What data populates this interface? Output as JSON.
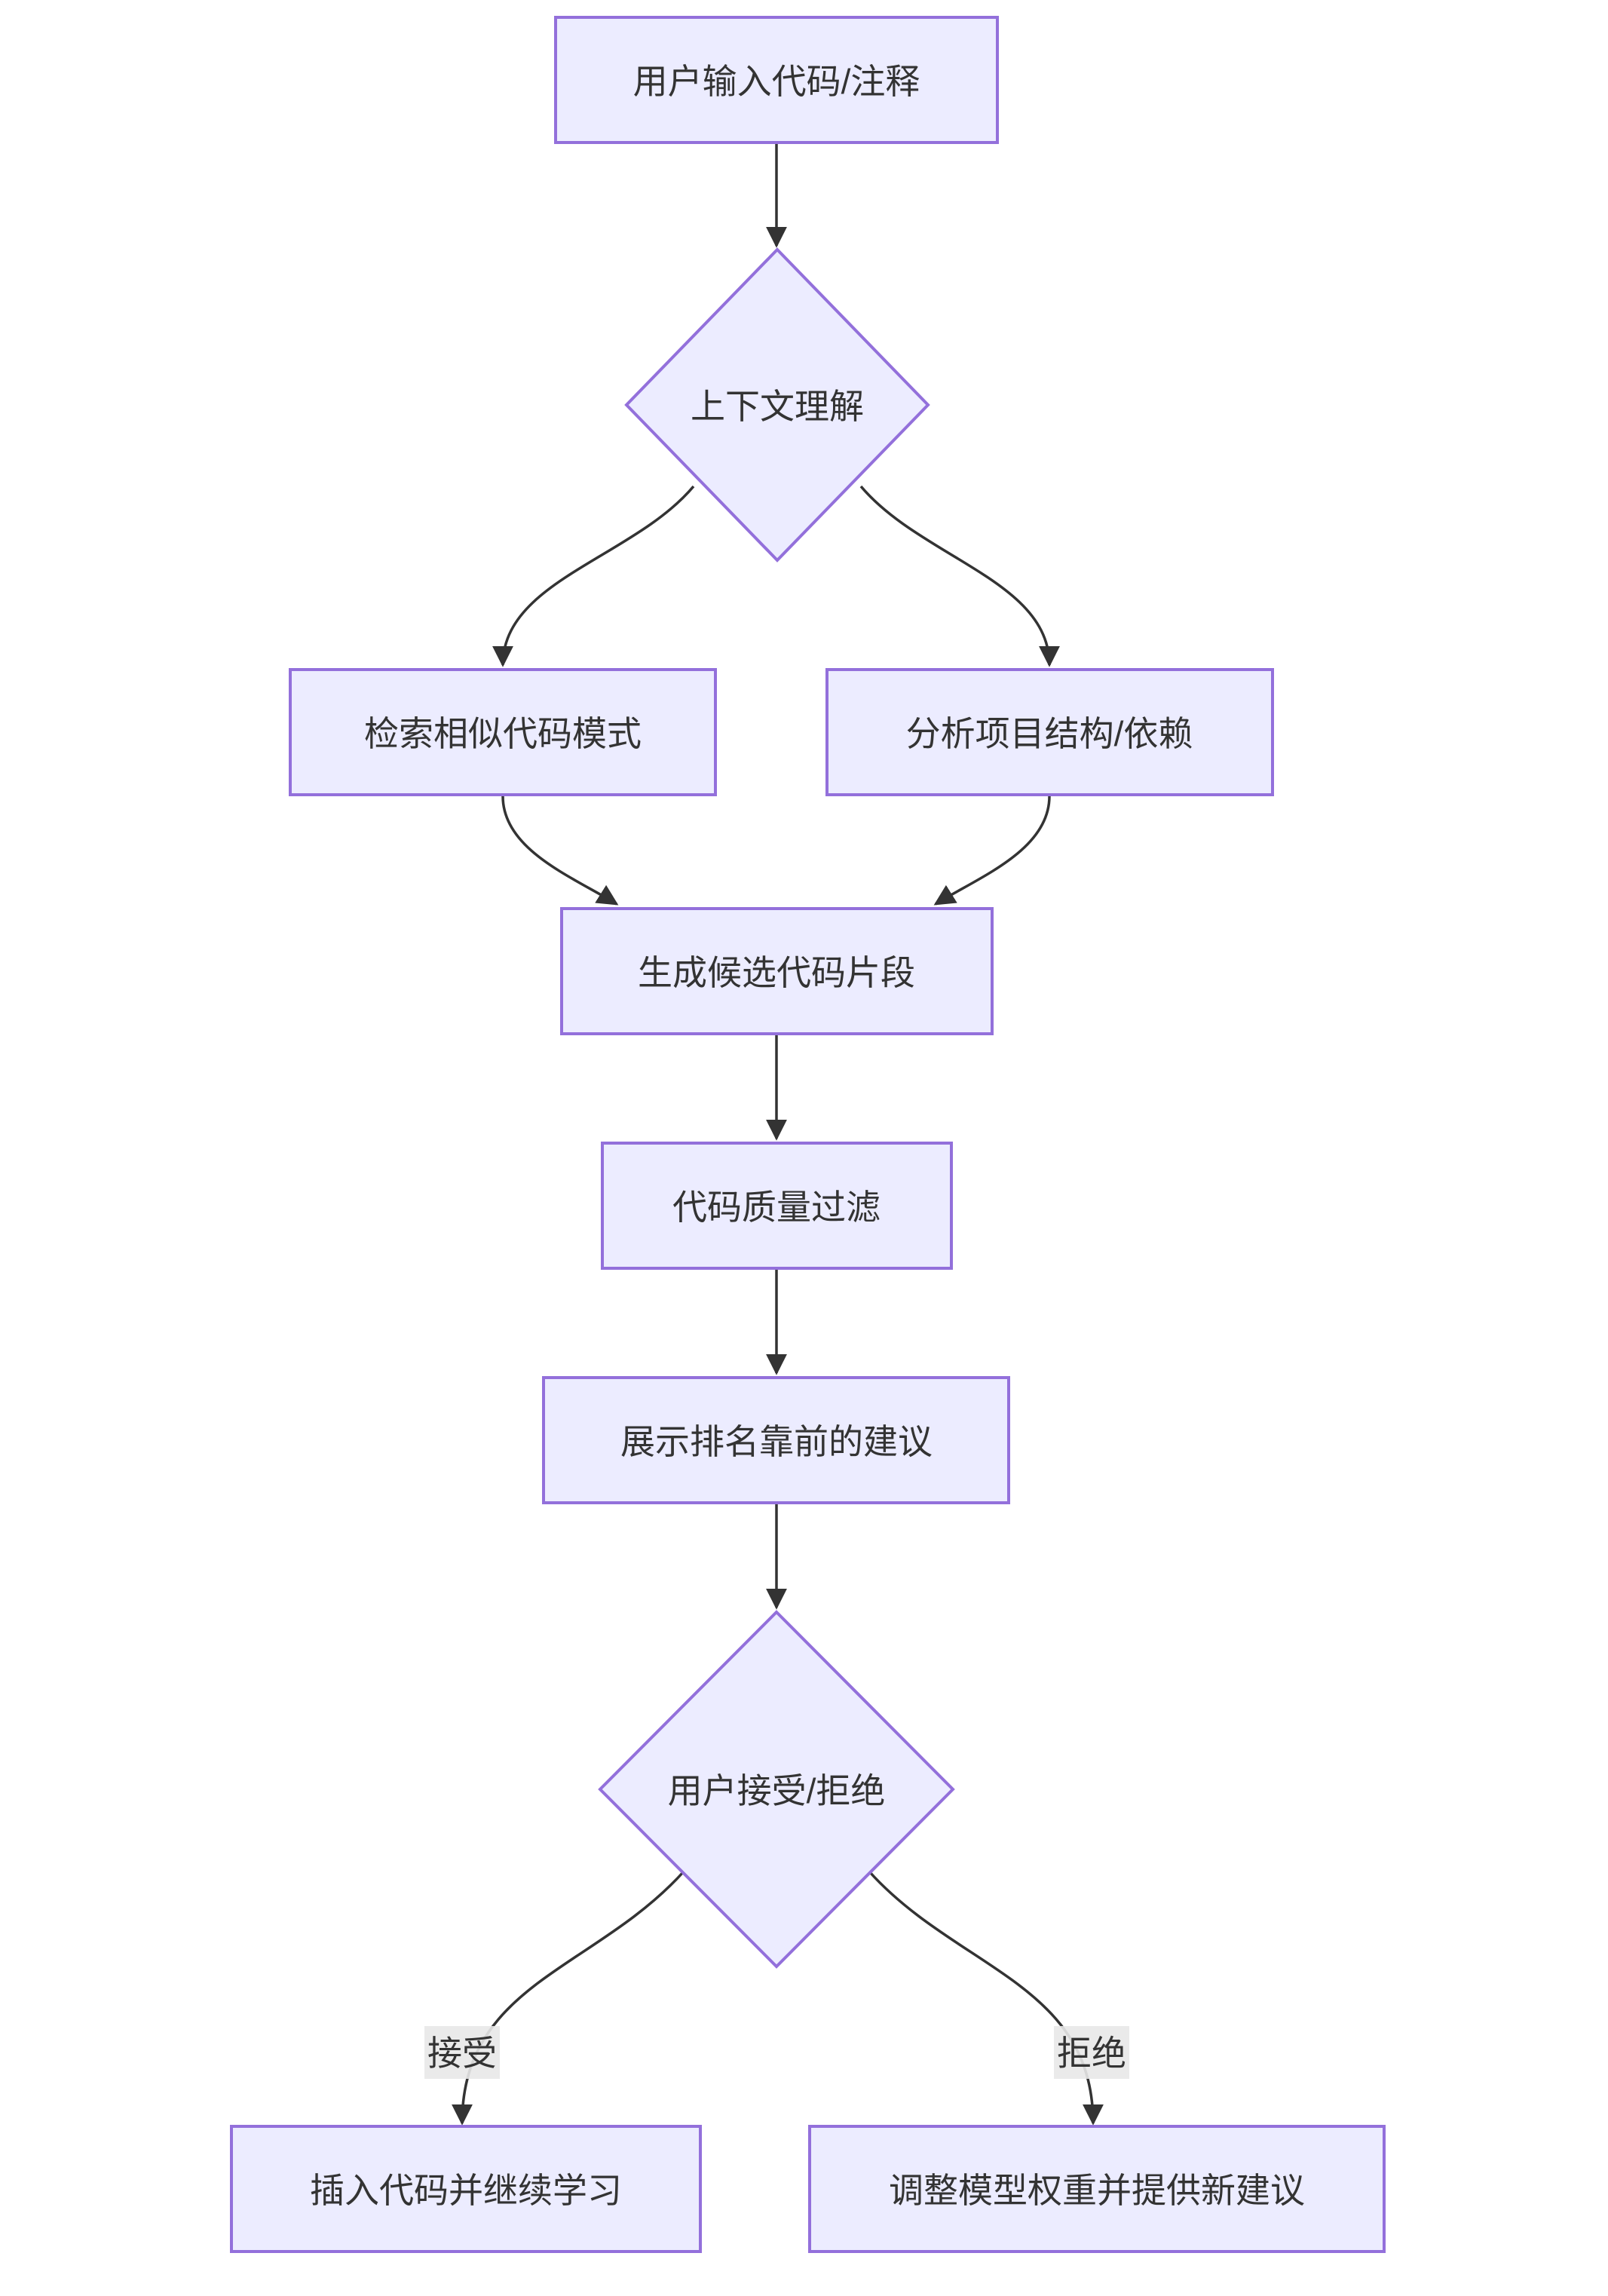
{
  "diagram": {
    "type": "flowchart-top-down",
    "colors": {
      "background": "#ffffff",
      "node_fill": "#ECECFF",
      "node_border": "#9370DB",
      "edge": "#333333",
      "text": "#333333",
      "edge_label_bg": "#e8e8e8"
    },
    "nodes": [
      {
        "id": "user-input",
        "shape": "rect",
        "label": "用户输入代码/注释"
      },
      {
        "id": "context-understanding",
        "shape": "diamond",
        "label": "上下文理解"
      },
      {
        "id": "retrieve-patterns",
        "shape": "rect",
        "label": "检索相似代码模式"
      },
      {
        "id": "analyze-structure",
        "shape": "rect",
        "label": "分析项目结构/依赖"
      },
      {
        "id": "generate-candidates",
        "shape": "rect",
        "label": "生成候选代码片段"
      },
      {
        "id": "quality-filter",
        "shape": "rect",
        "label": "代码质量过滤"
      },
      {
        "id": "show-suggestions",
        "shape": "rect",
        "label": "展示排名靠前的建议"
      },
      {
        "id": "accept-reject",
        "shape": "diamond",
        "label": "用户接受/拒绝"
      },
      {
        "id": "insert-learn",
        "shape": "rect",
        "label": "插入代码并继续学习"
      },
      {
        "id": "adjust-weights",
        "shape": "rect",
        "label": "调整模型权重并提供新建议"
      }
    ],
    "edge_labels": [
      {
        "text": "接受"
      },
      {
        "text": "拒绝"
      }
    ],
    "edges": [
      {
        "from": "user-input",
        "to": "context-understanding",
        "label": ""
      },
      {
        "from": "context-understanding",
        "to": "retrieve-patterns",
        "label": ""
      },
      {
        "from": "context-understanding",
        "to": "analyze-structure",
        "label": ""
      },
      {
        "from": "retrieve-patterns",
        "to": "generate-candidates",
        "label": ""
      },
      {
        "from": "analyze-structure",
        "to": "generate-candidates",
        "label": ""
      },
      {
        "from": "generate-candidates",
        "to": "quality-filter",
        "label": ""
      },
      {
        "from": "quality-filter",
        "to": "show-suggestions",
        "label": ""
      },
      {
        "from": "show-suggestions",
        "to": "accept-reject",
        "label": ""
      },
      {
        "from": "accept-reject",
        "to": "insert-learn",
        "label": "接受"
      },
      {
        "from": "accept-reject",
        "to": "adjust-weights",
        "label": "拒绝"
      }
    ]
  }
}
